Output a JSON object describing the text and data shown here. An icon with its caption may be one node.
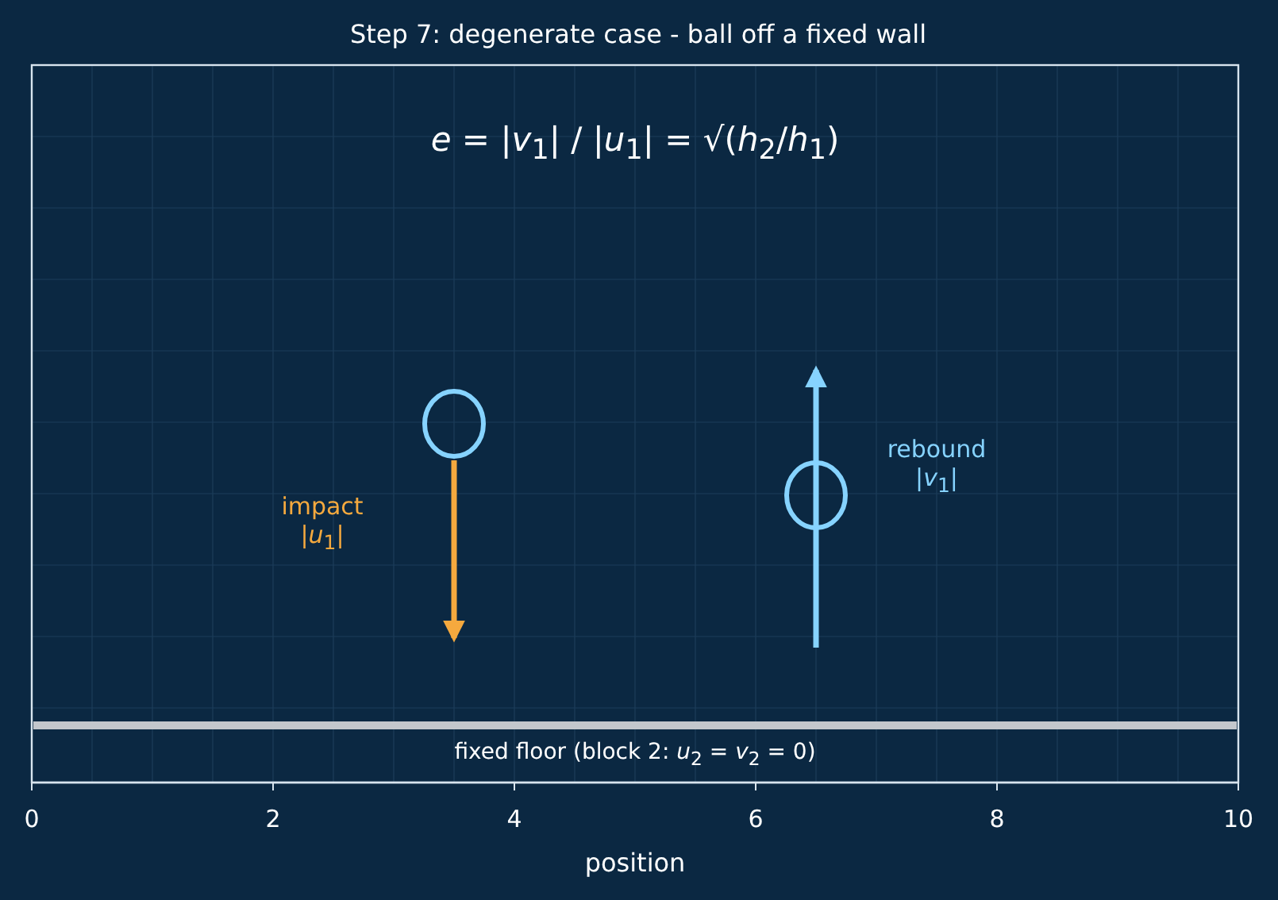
{
  "diagram": {
    "title": "Step 7: degenerate case - ball off a fixed wall",
    "nodes": [
      {
        "text": [],
        "shape": "circle"
      },
      {
        "text": [],
        "shape": "circle"
      }
    ],
    "labels": [
      "*e* = |*v*$_{1}$| / |*u*$_{1}$| = √(*h*$_{2}$/*h*$_{1}$)",
      "impact |*u*$_{1}$|",
      "rebound |*v*$_{1}$|",
      "fixed floor (block 2: *u*$_{2}$ = *v*$_{2}$ = 0)",
      "0",
      "2",
      "4",
      "6",
      "8",
      "10",
      "position"
    ]
  }
}
